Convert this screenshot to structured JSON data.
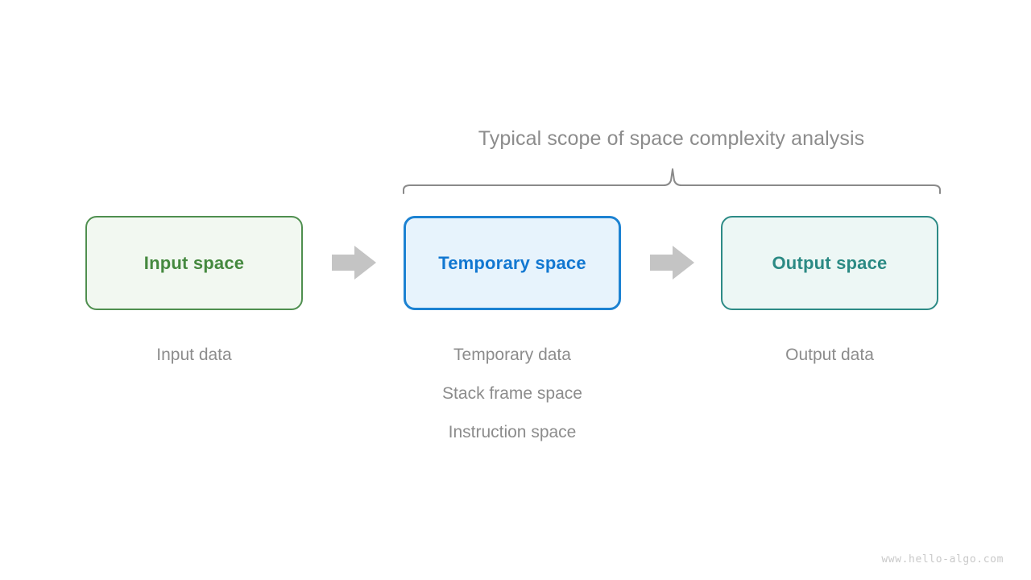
{
  "diagram": {
    "scope_caption": "Typical scope of space complexity analysis",
    "watermark": "www.hello-algo.com",
    "colors": {
      "background": "#ffffff",
      "muted_text": "#8c8c8c",
      "arrow": "#c4c4c4",
      "brace": "#8a8a8a",
      "input_border": "#4f8f4f",
      "input_fill": "#f2f8f1",
      "input_text": "#45893f",
      "temporary_border": "#1c82d2",
      "temporary_fill": "#e7f3fc",
      "temporary_text": "#1177d1",
      "output_border": "#2d8b86",
      "output_fill": "#edf7f5",
      "output_text": "#2b8a84",
      "watermark_text": "#c9c9c9"
    },
    "stages": [
      {
        "id": "input",
        "box_label": "Input space",
        "captions": [
          "Input data"
        ]
      },
      {
        "id": "temporary",
        "box_label": "Temporary space",
        "captions": [
          "Temporary data",
          "Stack frame space",
          "Instruction space"
        ]
      },
      {
        "id": "output",
        "box_label": "Output space",
        "captions": [
          "Output data"
        ]
      }
    ],
    "arrows": [
      {
        "id": "arrow-input-to-temporary",
        "direction": "right"
      },
      {
        "id": "arrow-temporary-to-output",
        "direction": "right"
      }
    ]
  }
}
